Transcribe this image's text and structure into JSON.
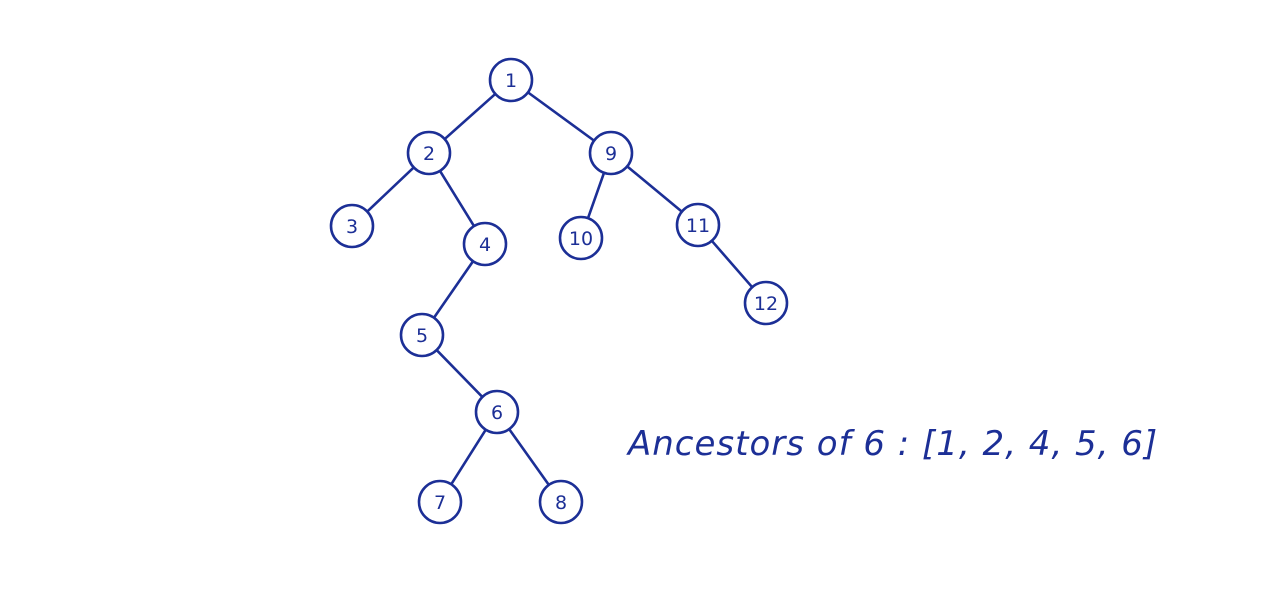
{
  "colors": {
    "ink": "#1c2f96",
    "background": "#ffffff"
  },
  "tree": {
    "nodes": [
      {
        "id": "1",
        "label": "1"
      },
      {
        "id": "2",
        "label": "2"
      },
      {
        "id": "3",
        "label": "3"
      },
      {
        "id": "4",
        "label": "4"
      },
      {
        "id": "5",
        "label": "5"
      },
      {
        "id": "6",
        "label": "6"
      },
      {
        "id": "7",
        "label": "7"
      },
      {
        "id": "8",
        "label": "8"
      },
      {
        "id": "9",
        "label": "9"
      },
      {
        "id": "10",
        "label": "10"
      },
      {
        "id": "11",
        "label": "11"
      },
      {
        "id": "12",
        "label": "12"
      }
    ],
    "edges": [
      [
        "1",
        "2"
      ],
      [
        "1",
        "9"
      ],
      [
        "2",
        "3"
      ],
      [
        "2",
        "4"
      ],
      [
        "4",
        "5"
      ],
      [
        "5",
        "6"
      ],
      [
        "6",
        "7"
      ],
      [
        "6",
        "8"
      ],
      [
        "9",
        "10"
      ],
      [
        "9",
        "11"
      ],
      [
        "11",
        "12"
      ]
    ]
  },
  "caption": {
    "text": "Ancestors of 6 : [1, 2, 4, 5, 6]"
  }
}
